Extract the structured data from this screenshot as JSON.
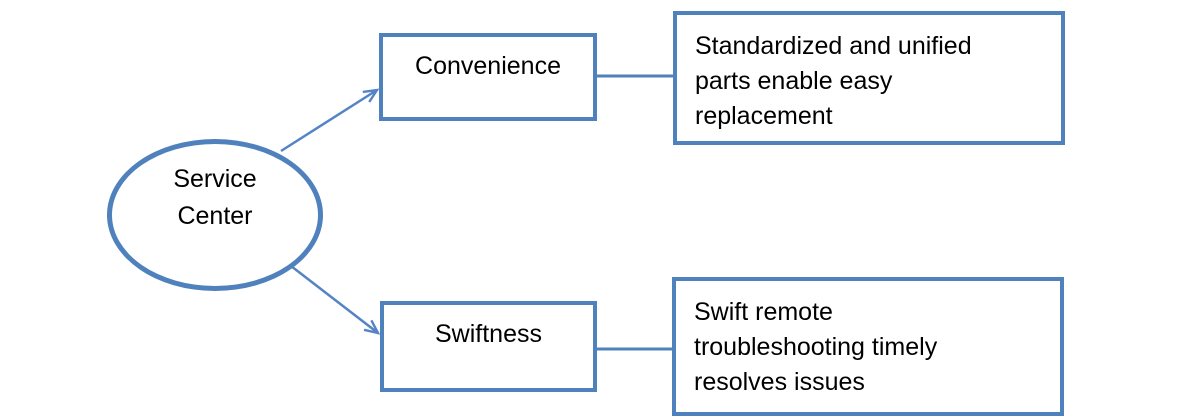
{
  "diagram": {
    "background_color": "#FFFFFF",
    "accent_color": "#4F81BD",
    "text_color": "#000000",
    "root_node": {
      "label": "Service\nCenter",
      "shape": "ellipse"
    },
    "branches": [
      {
        "id": "convenience",
        "label": "Convenience",
        "description": "Standardized and unified\nparts enable easy\nreplacement",
        "connector_from_root": "arrow",
        "connector_to_description": "line"
      },
      {
        "id": "swiftness",
        "label": "Swiftness",
        "description": "Swift remote\ntroubleshooting timely\nresolves issues",
        "connector_from_root": "arrow",
        "connector_to_description": "line"
      }
    ]
  }
}
